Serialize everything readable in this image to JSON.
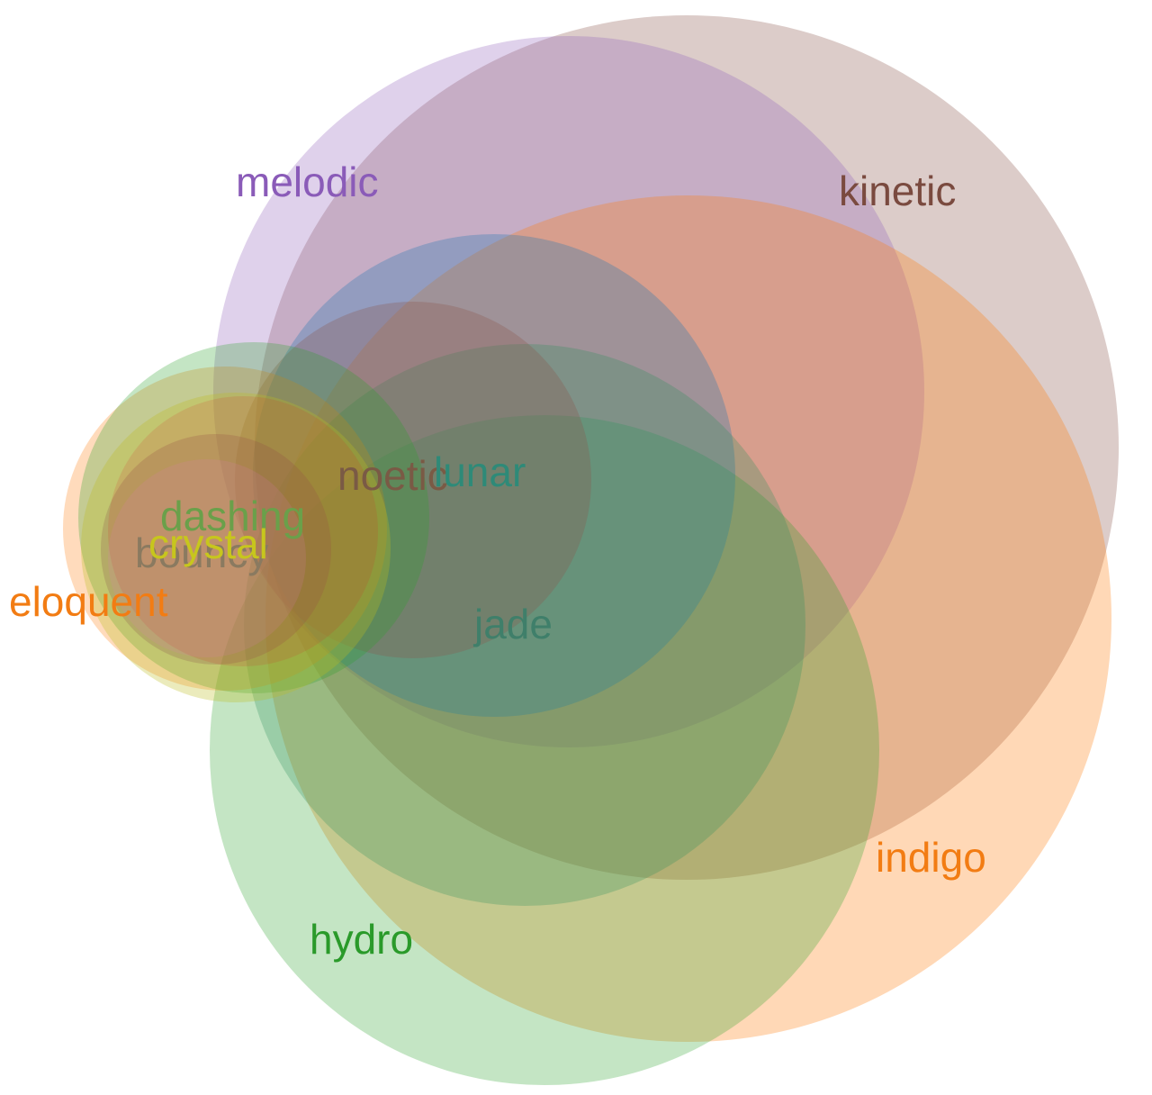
{
  "diagram": {
    "type": "venn-like overlapping sets",
    "sets": [
      {
        "id": "kinetic",
        "label": "kinetic",
        "color": "#8c564b"
      },
      {
        "id": "melodic",
        "label": "melodic",
        "color": "#9467bd"
      },
      {
        "id": "indigo",
        "label": "indigo",
        "color": "#ff7f0e"
      },
      {
        "id": "hydro",
        "label": "hydro",
        "color": "#2ca02c"
      },
      {
        "id": "lunar",
        "label": "lunar",
        "color": "#1f77b4"
      },
      {
        "id": "noetic",
        "label": "noetic",
        "color": "#8c564b"
      },
      {
        "id": "jade",
        "label": "jade",
        "color": "#17becf"
      },
      {
        "id": "eloquent",
        "label": "eloquent",
        "color": "#ff7f0e"
      },
      {
        "id": "dashing",
        "label": "dashing",
        "color": "#2ca02c"
      },
      {
        "id": "crystal",
        "label": "crystal",
        "color": "#bcbd22"
      },
      {
        "id": "bouncy",
        "label": "bouncy",
        "color": "#8c564b"
      },
      {
        "id": "foxy",
        "label": "",
        "color": "#d62728"
      },
      {
        "id": "ardent",
        "label": "",
        "color": "#e377c2"
      }
    ]
  }
}
